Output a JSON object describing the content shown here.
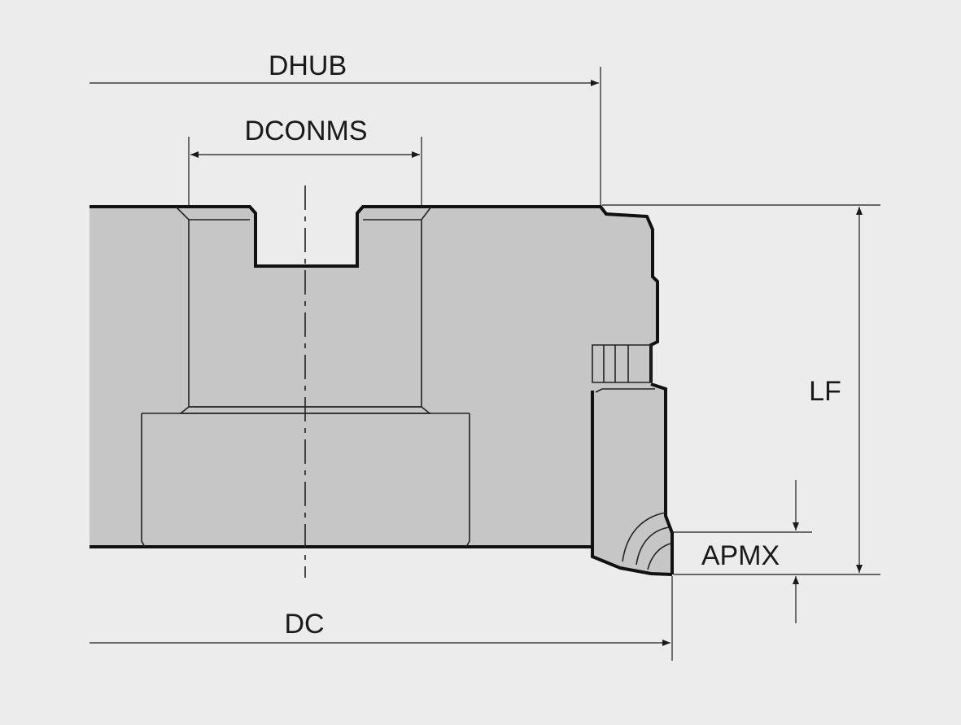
{
  "labels": {
    "dhub": "DHUB",
    "dconms": "DCONMS",
    "lf": "LF",
    "apmx": "APMX",
    "dc": "DC"
  },
  "colors": {
    "background": "#ececec",
    "body": "#c6c6c6",
    "lines": "#1a1a1a"
  }
}
